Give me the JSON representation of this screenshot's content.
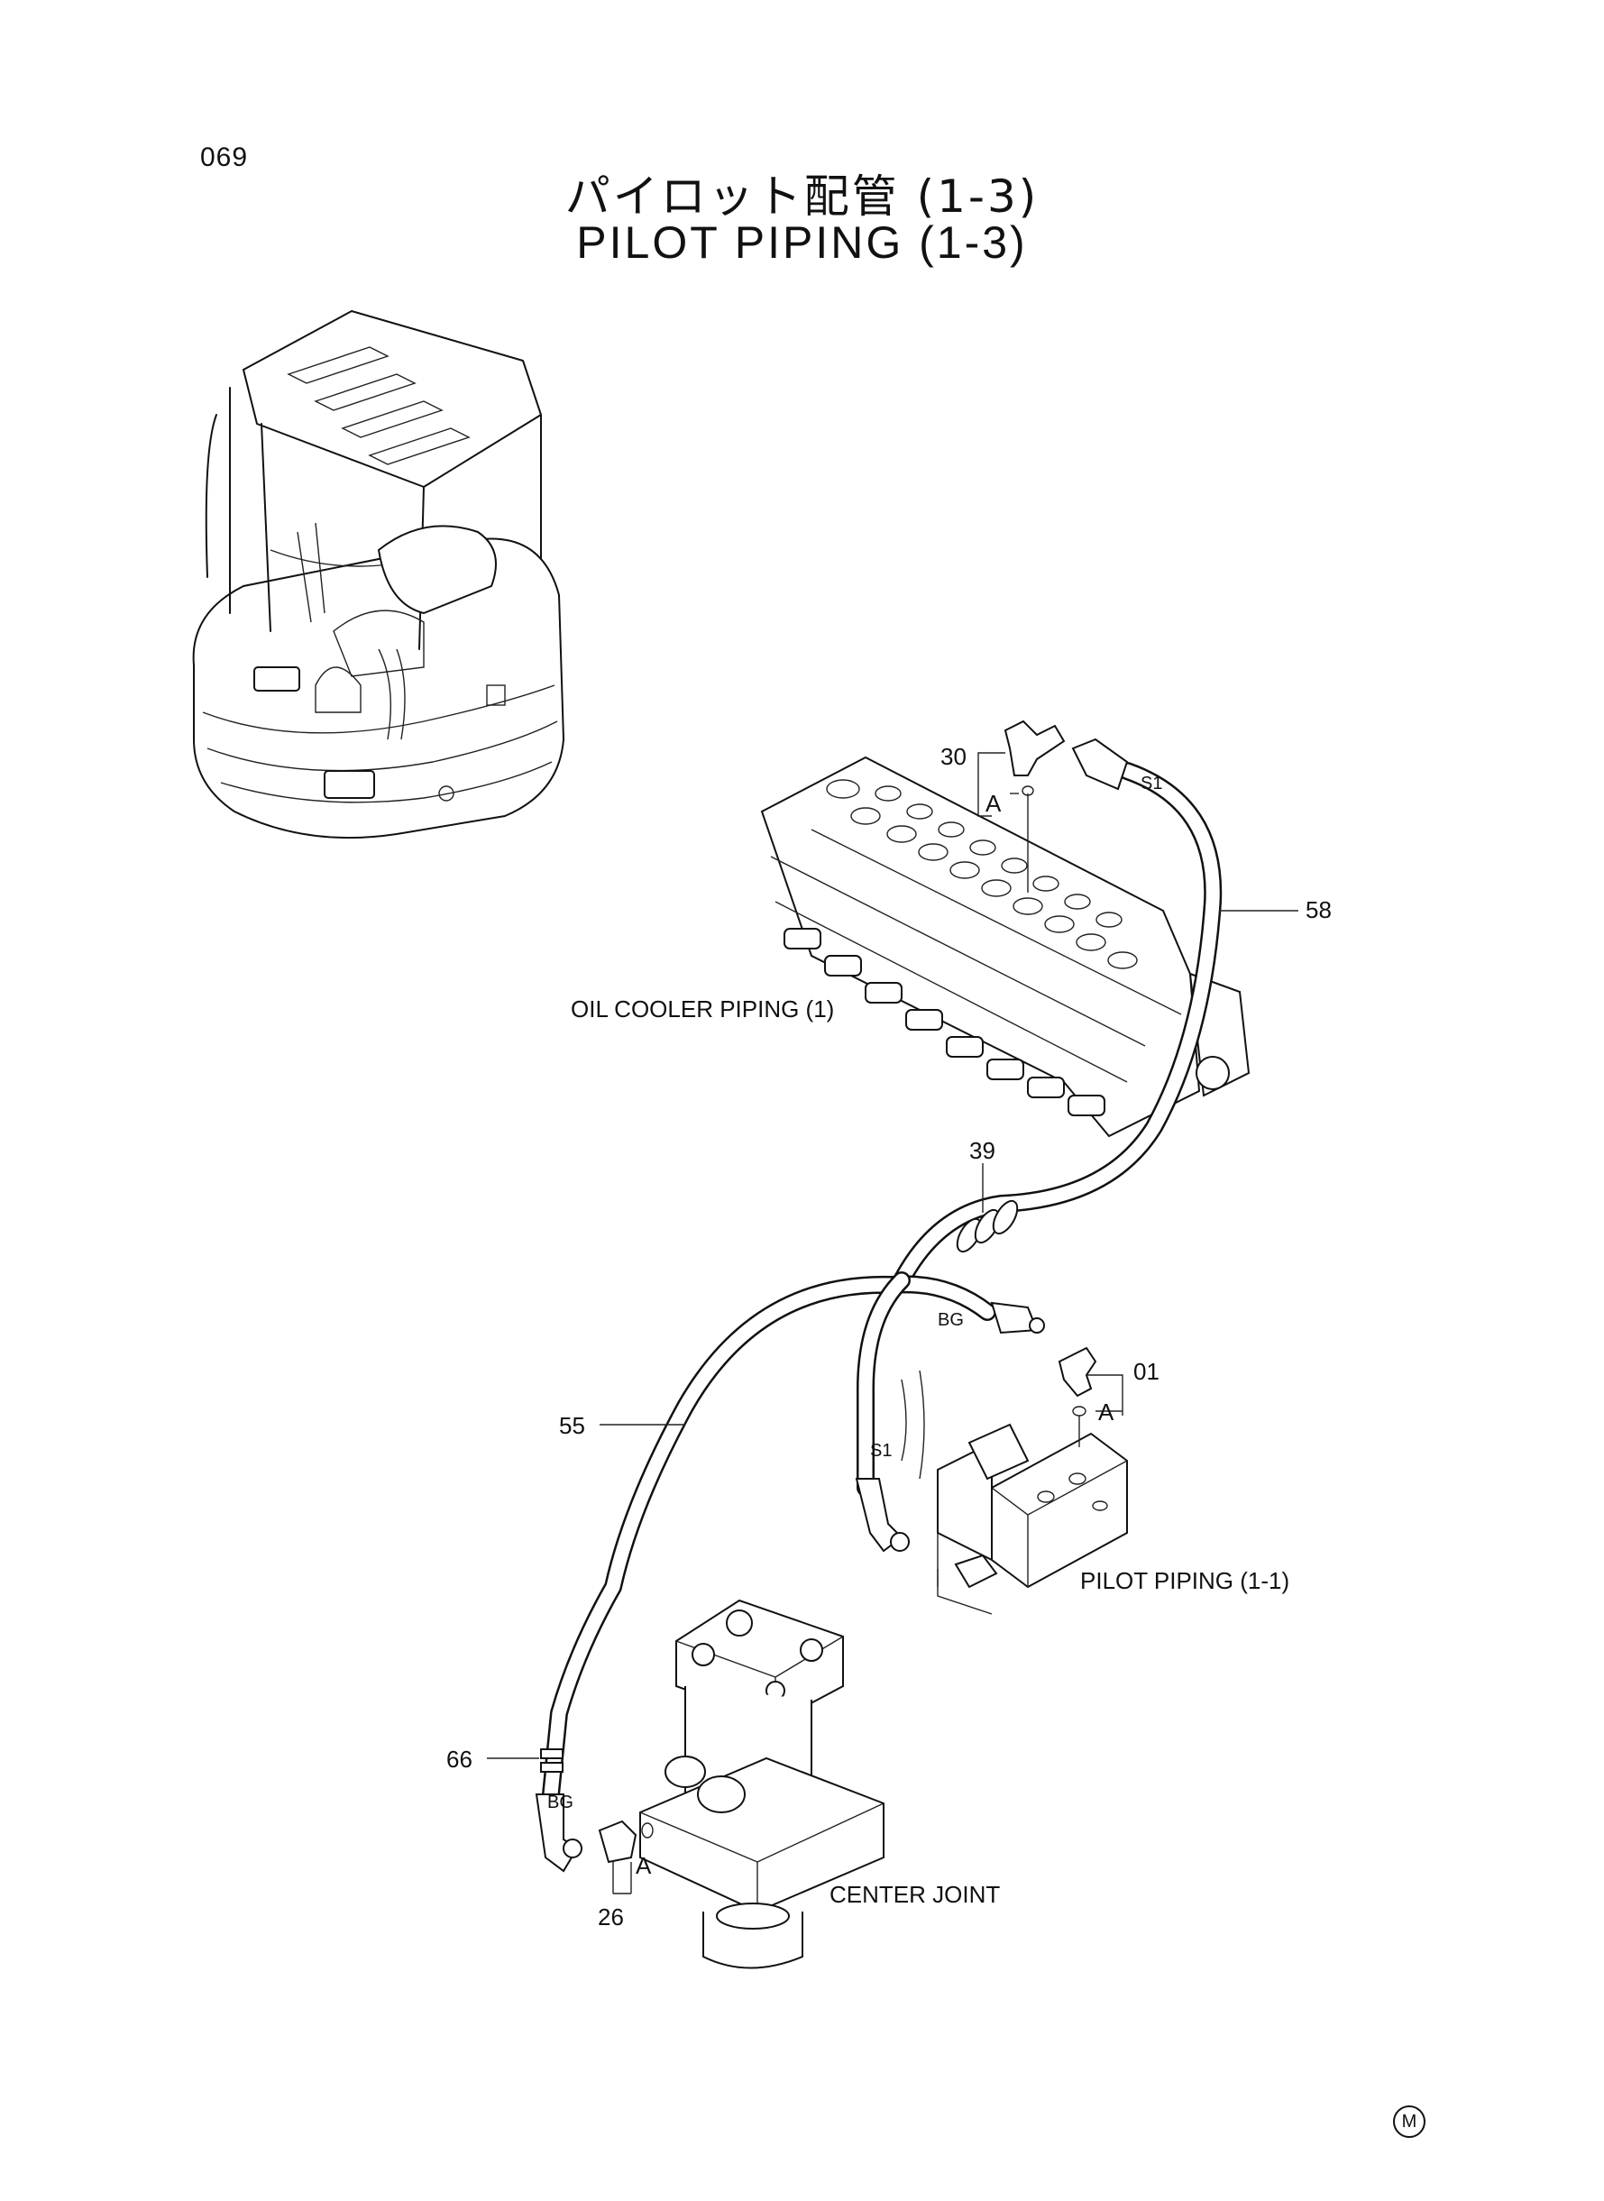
{
  "page_number": "069",
  "title_jp": "パイロット配管 (1-3)",
  "title_en": "PILOT PIPING (1-3)",
  "labels": {
    "oil_cooler": "OIL COOLER PIPING (1)",
    "pilot_piping_1_1": "PILOT PIPING (1-1)",
    "center_joint": "CENTER JOINT"
  },
  "callouts": {
    "p30": "30",
    "p58": "58",
    "p39": "39",
    "p01": "01",
    "p55": "55",
    "p66": "66",
    "p26": "26",
    "a1": "A",
    "a2": "A",
    "a3": "A",
    "s1_top": "S1",
    "s1_mid": "S1",
    "bg_mid": "BG",
    "bg_low": "BG"
  },
  "mark_symbol": "M"
}
